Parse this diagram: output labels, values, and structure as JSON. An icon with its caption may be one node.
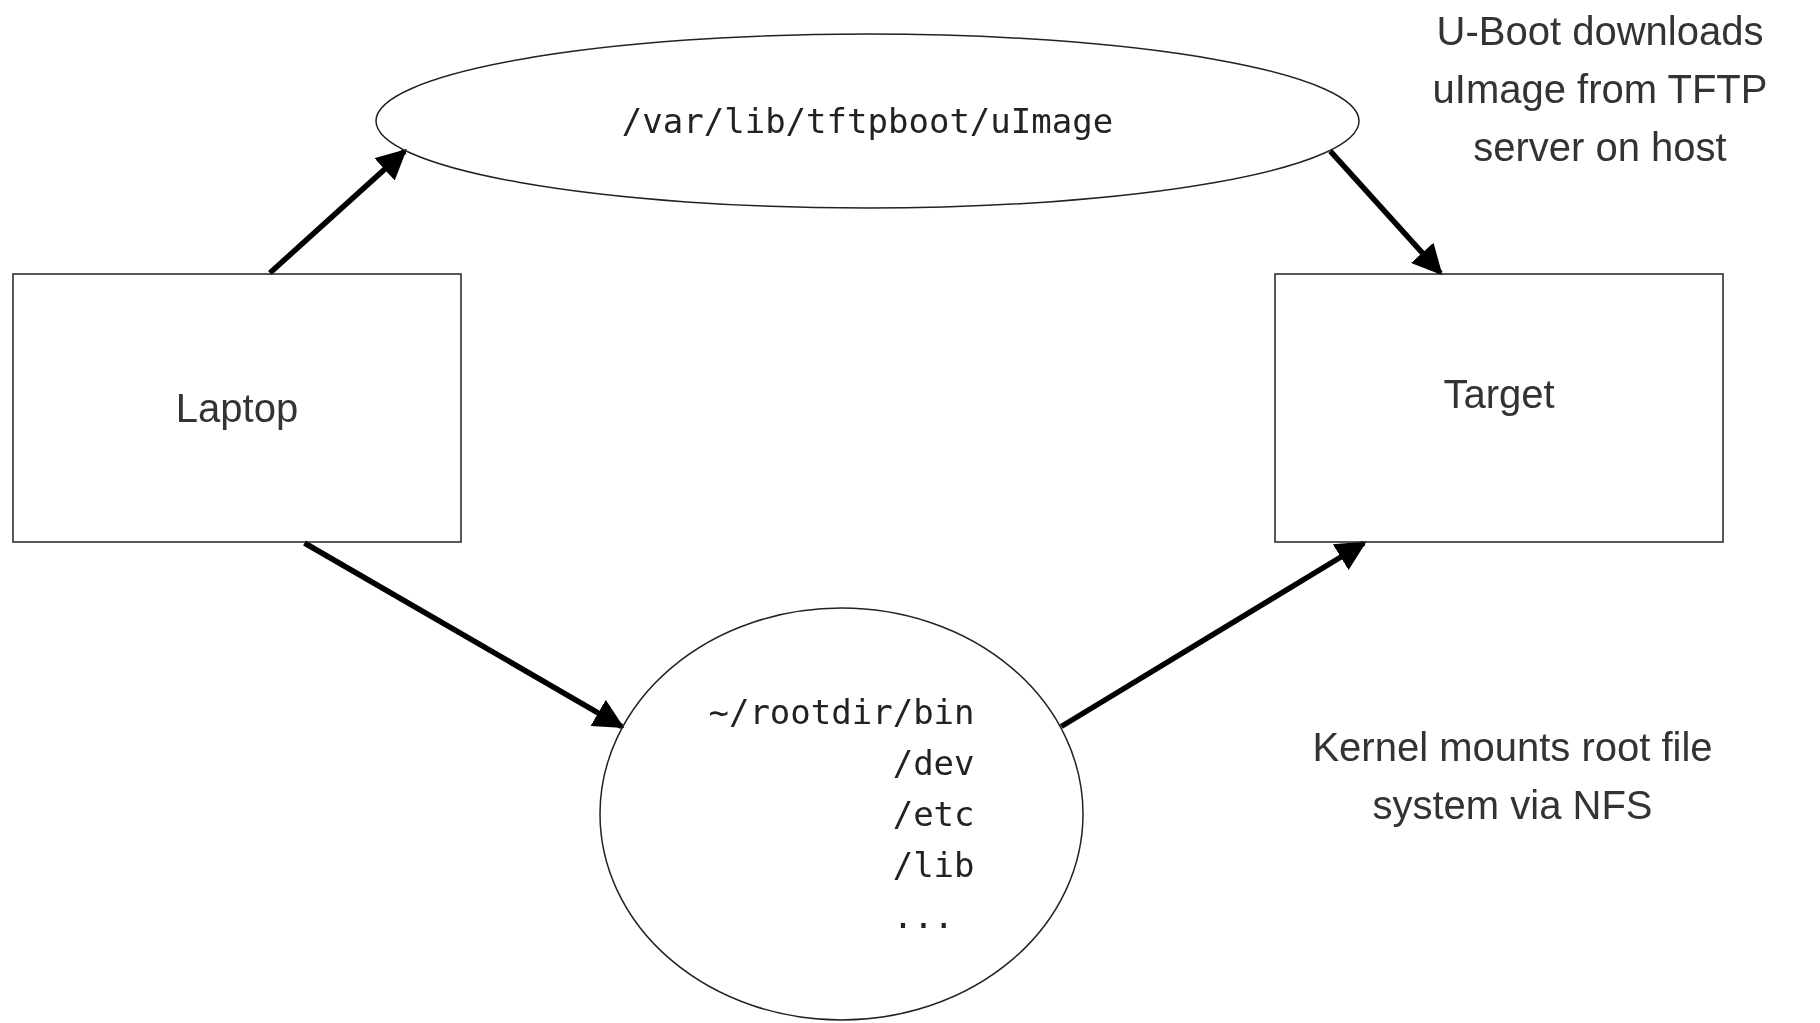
{
  "diagram": {
    "nodes": [
      {
        "text": [
          "Laptop"
        ]
      },
      {
        "text": [
          "/var/lib/tftpboot/uImage"
        ]
      },
      {
        "text": [
          "Target"
        ]
      },
      {
        "text": [
          "~/rootdir/bin",
          "/dev",
          "/etc",
          "/lib",
          "..."
        ]
      }
    ],
    "edges": [
      {
        "from": 0,
        "to": 1,
        "arrow": "to"
      },
      {
        "from": 1,
        "to": 2,
        "arrow": "to"
      },
      {
        "from": 0,
        "to": 3,
        "arrow": "to"
      },
      {
        "from": 3,
        "to": 2,
        "arrow": "to"
      }
    ],
    "labels": [
      "U-Boot downloads uImage from TFTP server on host",
      "Kernel mounts root file system via NFS"
    ]
  }
}
